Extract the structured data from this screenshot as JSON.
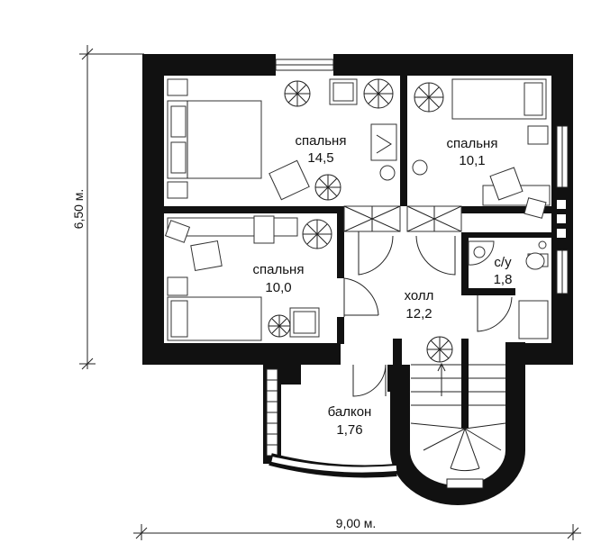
{
  "plan": {
    "dimensions": {
      "width": "9,00 м.",
      "height": "6,50 м."
    },
    "rooms": {
      "bedroom1": {
        "name": "спальня",
        "area": "14,5"
      },
      "bedroom2": {
        "name": "спальня",
        "area": "10,1"
      },
      "bedroom3": {
        "name": "спальня",
        "area": "10,0"
      },
      "bathroom": {
        "name": "с/у",
        "area": "1,8"
      },
      "hall": {
        "name": "холл",
        "area": "12,2"
      },
      "balcony": {
        "name": "балкон",
        "area": "1,76"
      }
    }
  }
}
